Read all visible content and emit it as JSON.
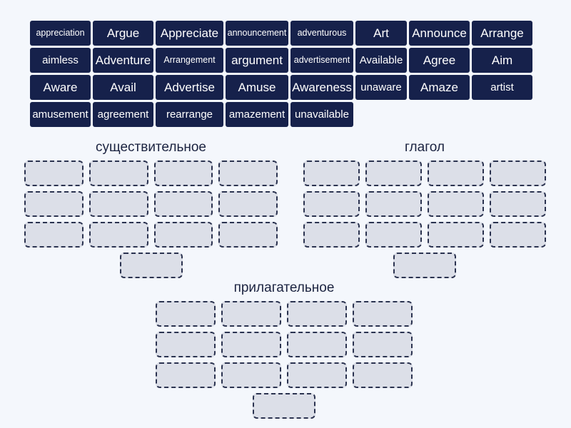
{
  "page": {
    "background_color": "#f4f7fc",
    "tile_color": "#16214b",
    "tile_text_color": "#ffffff",
    "slot_fill_color": "#dcdfe8",
    "slot_border_color": "#2b3350",
    "heading_color": "#1b2340"
  },
  "word_bank": {
    "rows": [
      [
        {
          "label": "appreciation",
          "size": "sm",
          "col": "w-c1"
        },
        {
          "label": "Argue",
          "size": "lg",
          "col": "w-c2"
        },
        {
          "label": "Appreciate",
          "size": "lg",
          "col": "w-c3"
        },
        {
          "label": "announcement",
          "size": "sm",
          "col": "w-c4"
        },
        {
          "label": "adventurous",
          "size": "sm",
          "col": "w-c5"
        },
        {
          "label": "Art",
          "size": "lg",
          "col": "w-c6"
        },
        {
          "label": "Announce",
          "size": "lg",
          "col": "w-c7"
        },
        {
          "label": "Arrange",
          "size": "lg",
          "col": "w-c8"
        }
      ],
      [
        {
          "label": "aimless",
          "size": "md",
          "col": "w-c1"
        },
        {
          "label": "Adventure",
          "size": "lg",
          "col": "w-c2"
        },
        {
          "label": "Arrangement",
          "size": "sm",
          "col": "w-c3"
        },
        {
          "label": "argument",
          "size": "lg",
          "col": "w-c4"
        },
        {
          "label": "advertisement",
          "size": "sm",
          "col": "w-c5"
        },
        {
          "label": "Available",
          "size": "md",
          "col": "w-c6"
        },
        {
          "label": "Agree",
          "size": "lg",
          "col": "w-c7"
        },
        {
          "label": "Aim",
          "size": "lg",
          "col": "w-c8"
        }
      ],
      [
        {
          "label": "Aware",
          "size": "lg",
          "col": "w-c1"
        },
        {
          "label": "Avail",
          "size": "lg",
          "col": "w-c2"
        },
        {
          "label": "Advertise",
          "size": "lg",
          "col": "w-c3"
        },
        {
          "label": "Amuse",
          "size": "lg",
          "col": "w-c4"
        },
        {
          "label": "Awareness",
          "size": "lg",
          "col": "w-c5"
        },
        {
          "label": "unaware",
          "size": "md",
          "col": "w-c6"
        },
        {
          "label": "Amaze",
          "size": "lg",
          "col": "w-c7"
        },
        {
          "label": "artist",
          "size": "md",
          "col": "w-c8"
        }
      ],
      [
        {
          "label": "amusement",
          "size": "md",
          "col": "w-c1"
        },
        {
          "label": "agreement",
          "size": "md",
          "col": "w-c2"
        },
        {
          "label": "rearrange",
          "size": "md",
          "col": "w-c3"
        },
        {
          "label": "amazement",
          "size": "md",
          "col": "w-c4"
        },
        {
          "label": "unavailable",
          "size": "md",
          "col": "w-c5"
        }
      ]
    ]
  },
  "categories": [
    {
      "id": "noun",
      "title": "существительное",
      "grid_slots": 12,
      "tail_slots": 1
    },
    {
      "id": "verb",
      "title": "глагол",
      "grid_slots": 12,
      "tail_slots": 1
    },
    {
      "id": "adjective",
      "title": "прилагательное",
      "grid_slots": 12,
      "tail_slots": 1
    }
  ]
}
